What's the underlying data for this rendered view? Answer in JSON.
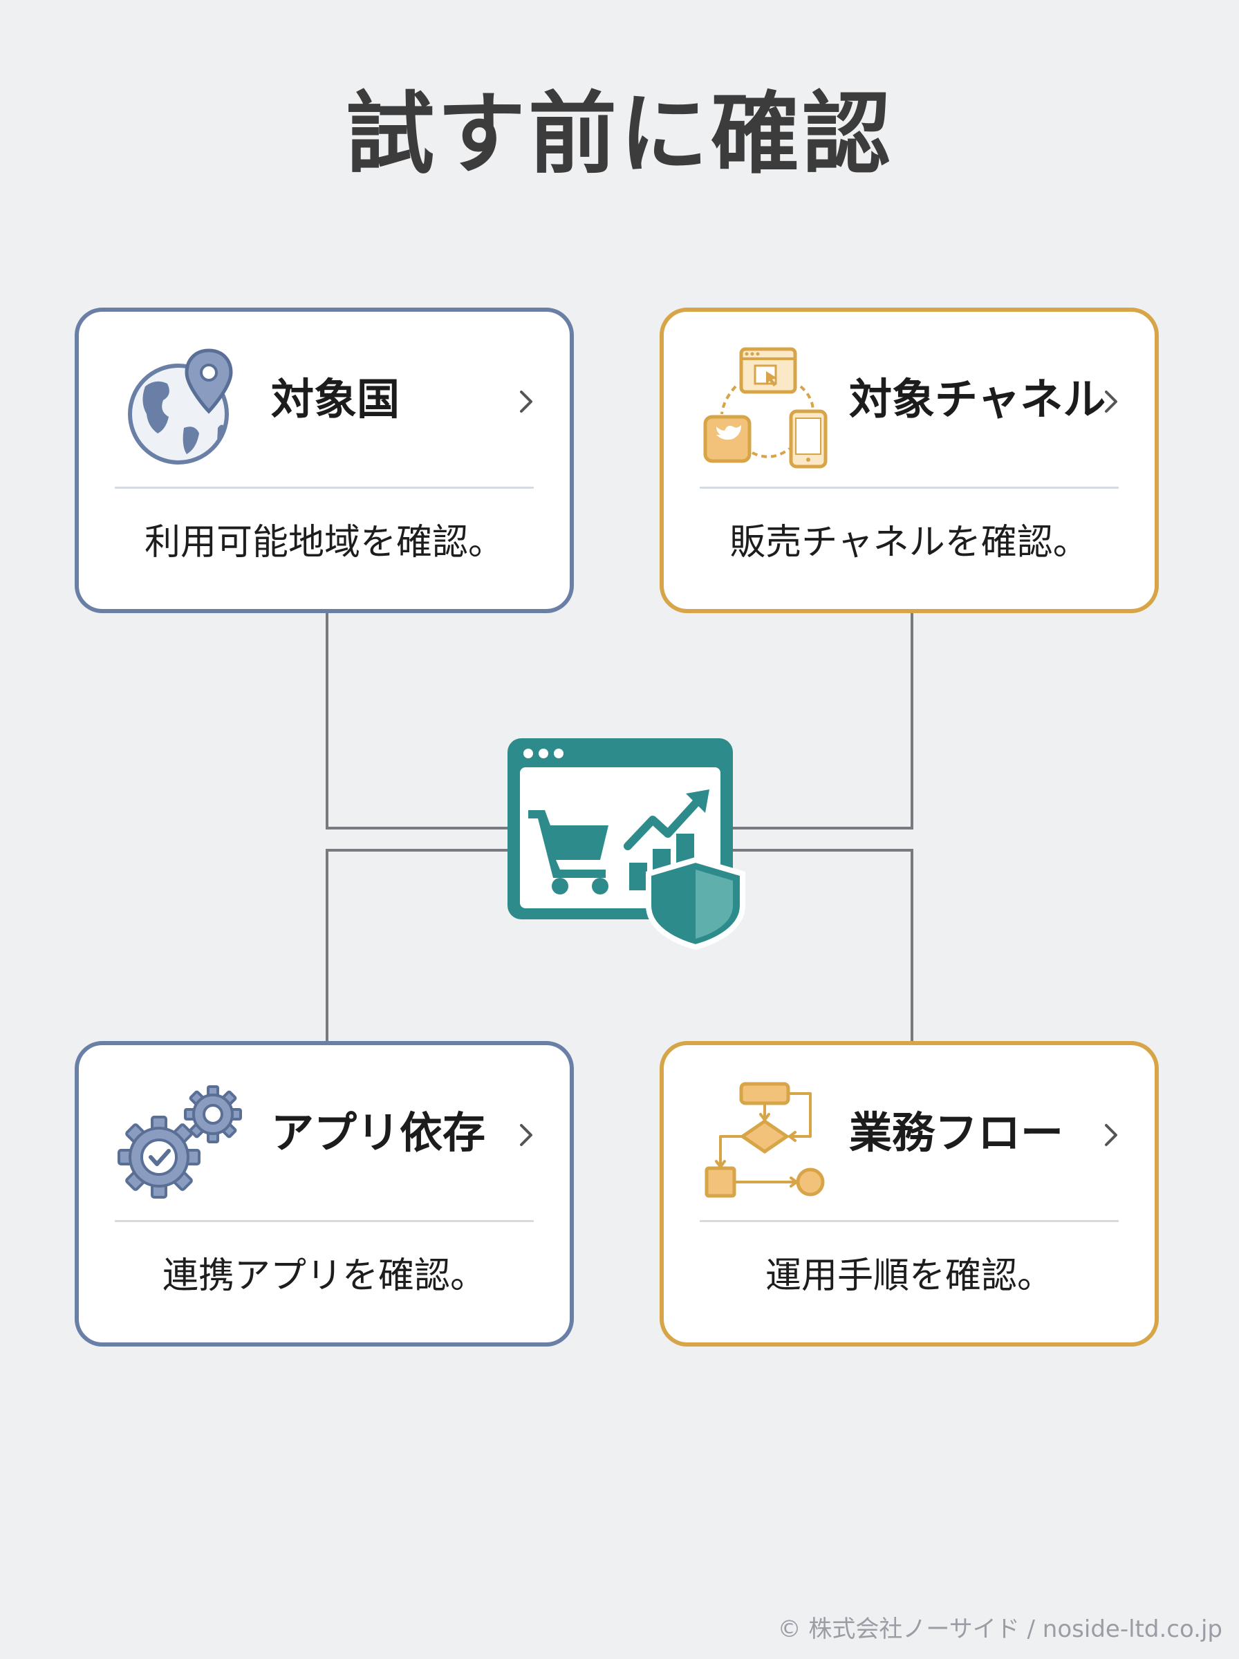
{
  "title": "試す前に確認",
  "cards": [
    {
      "title": "対象国",
      "description": "利用可能地域を確認。",
      "icon": "globe-location-icon",
      "accent": "#6a7fa6"
    },
    {
      "title": "対象チャネル",
      "description": "販売チャネルを確認。",
      "icon": "channels-icon",
      "accent": "#d7a447"
    },
    {
      "title": "アプリ依存",
      "description": "連携アプリを確認。",
      "icon": "gears-check-icon",
      "accent": "#6a7fa6"
    },
    {
      "title": "業務フロー",
      "description": "運用手順を確認。",
      "icon": "flowchart-icon",
      "accent": "#d7a447"
    }
  ],
  "hub": {
    "icon": "ecommerce-shield-icon",
    "color": "#2e8b8b"
  },
  "footer": "© 株式会社ノーサイド / noside-ltd.co.jp",
  "colors": {
    "background": "#eef0f2",
    "blue_accent": "#6a7fa6",
    "gold_accent": "#d7a447",
    "connector": "#777b80"
  }
}
